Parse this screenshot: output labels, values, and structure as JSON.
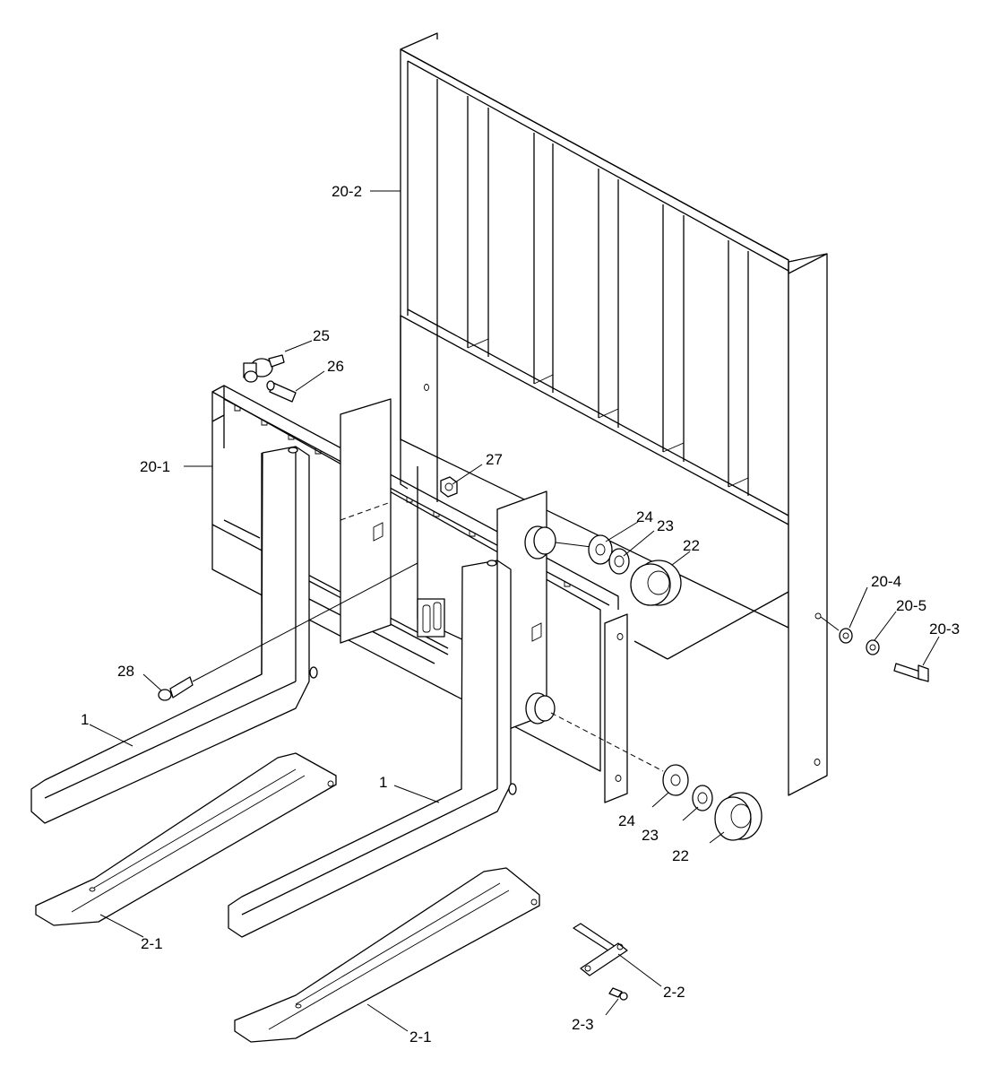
{
  "labels": {
    "backrest": "20-2",
    "carriage": "20-1",
    "fork_left": "1",
    "fork_right": "1",
    "extension_left": "2-1",
    "extension_right": "2-1",
    "pin": "2-2",
    "pin_bolt": "2-3",
    "stopper": "25",
    "stopper_bolt": "26",
    "nut": "27",
    "socket_bolt": "28",
    "shim_upper": "24",
    "spacer_upper": "23",
    "bearing_upper": "22",
    "shim_lower": "24",
    "spacer_lower": "23",
    "bearing_lower": "22",
    "washer": "20-4",
    "spring_washer": "20-5",
    "bolt": "20-3"
  }
}
